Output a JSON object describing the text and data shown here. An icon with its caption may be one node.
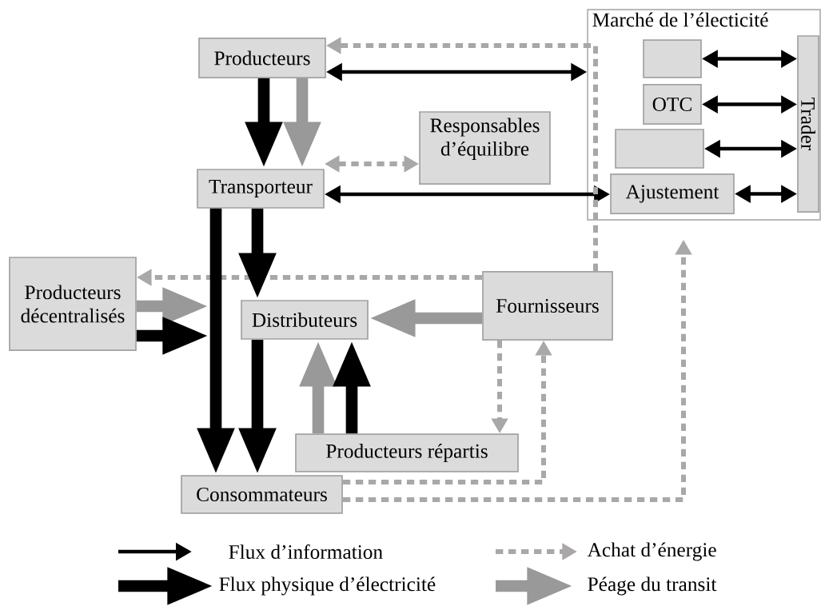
{
  "diagram": {
    "nodes": [
      {
        "text": [
          "Marché de l’électicité"
        ]
      },
      {
        "text": [],
        "shape": "box",
        "in": 0
      },
      {
        "text": [
          "OTC"
        ],
        "in": 0
      },
      {
        "text": [],
        "shape": "box",
        "in": 0
      },
      {
        "text": [
          "Ajustement"
        ],
        "in": 0
      },
      {
        "text": [
          "Trader"
        ],
        "in": 0
      },
      {
        "text": [
          "Producteurs"
        ]
      },
      {
        "text": [
          "Transporteur"
        ]
      },
      {
        "text": [
          "Responsables d’équilibre"
        ]
      },
      {
        "text": [
          "Producteurs décentralisés"
        ]
      },
      {
        "text": [
          "Distributeurs"
        ]
      },
      {
        "text": [
          "Fournisseurs"
        ]
      },
      {
        "text": [
          "Producteurs répartis"
        ]
      },
      {
        "text": [
          "Consommateurs"
        ]
      }
    ],
    "edges": [
      {
        "from": 6,
        "to": 0,
        "arrow": "both"
      },
      {
        "from": 7,
        "to": 4,
        "arrow": "both"
      },
      {
        "from": 1,
        "to": 5,
        "arrow": "both"
      },
      {
        "from": 2,
        "to": 5,
        "arrow": "both"
      },
      {
        "from": 3,
        "to": 5,
        "arrow": "both"
      },
      {
        "from": 4,
        "to": 5,
        "arrow": "both"
      },
      {
        "from": 6,
        "to": 7,
        "arrow": "to",
        "style": "thick"
      },
      {
        "from": 6,
        "to": 7,
        "arrow": "to",
        "style": "thick",
        "color": "#999999"
      },
      {
        "from": 7,
        "to": 8,
        "arrow": "both",
        "style": "dashed",
        "color": "#a9a7a7"
      },
      {
        "from": 11,
        "to": 6,
        "arrow": "to",
        "style": "dashed",
        "color": "#a9a7a7"
      },
      {
        "from": 11,
        "to": 9,
        "arrow": "to",
        "style": "dashed",
        "color": "#a9a7a7"
      },
      {
        "from": 9,
        "to": null,
        "arrow": "to",
        "style": "thick",
        "color": "#999999"
      },
      {
        "from": 9,
        "to": null,
        "arrow": "to",
        "style": "thick"
      },
      {
        "from": 7,
        "to": 13,
        "arrow": "to",
        "style": "thick"
      },
      {
        "from": 7,
        "to": 10,
        "arrow": "to",
        "style": "thick"
      },
      {
        "from": 10,
        "to": 13,
        "arrow": "to",
        "style": "thick"
      },
      {
        "from": 11,
        "to": 10,
        "arrow": "to",
        "style": "thick",
        "color": "#999999"
      },
      {
        "from": 12,
        "to": 10,
        "arrow": "to",
        "style": "thick",
        "color": "#999999"
      },
      {
        "from": 12,
        "to": 10,
        "arrow": "to",
        "style": "thick"
      },
      {
        "from": 11,
        "to": 12,
        "arrow": "to",
        "style": "dashed",
        "color": "#a9a7a7"
      },
      {
        "from": 13,
        "to": 11,
        "arrow": "to",
        "style": "dashed",
        "color": "#a9a7a7"
      },
      {
        "from": 13,
        "to": 0,
        "arrow": "to",
        "style": "dashed",
        "color": "#a9a7a7"
      }
    ],
    "legend": [
      {
        "text": "Flux d’information"
      },
      {
        "text": "Flux physique d’électricité"
      },
      {
        "text": "Achat d’énergie"
      },
      {
        "text": "Péage du transit"
      }
    ]
  }
}
